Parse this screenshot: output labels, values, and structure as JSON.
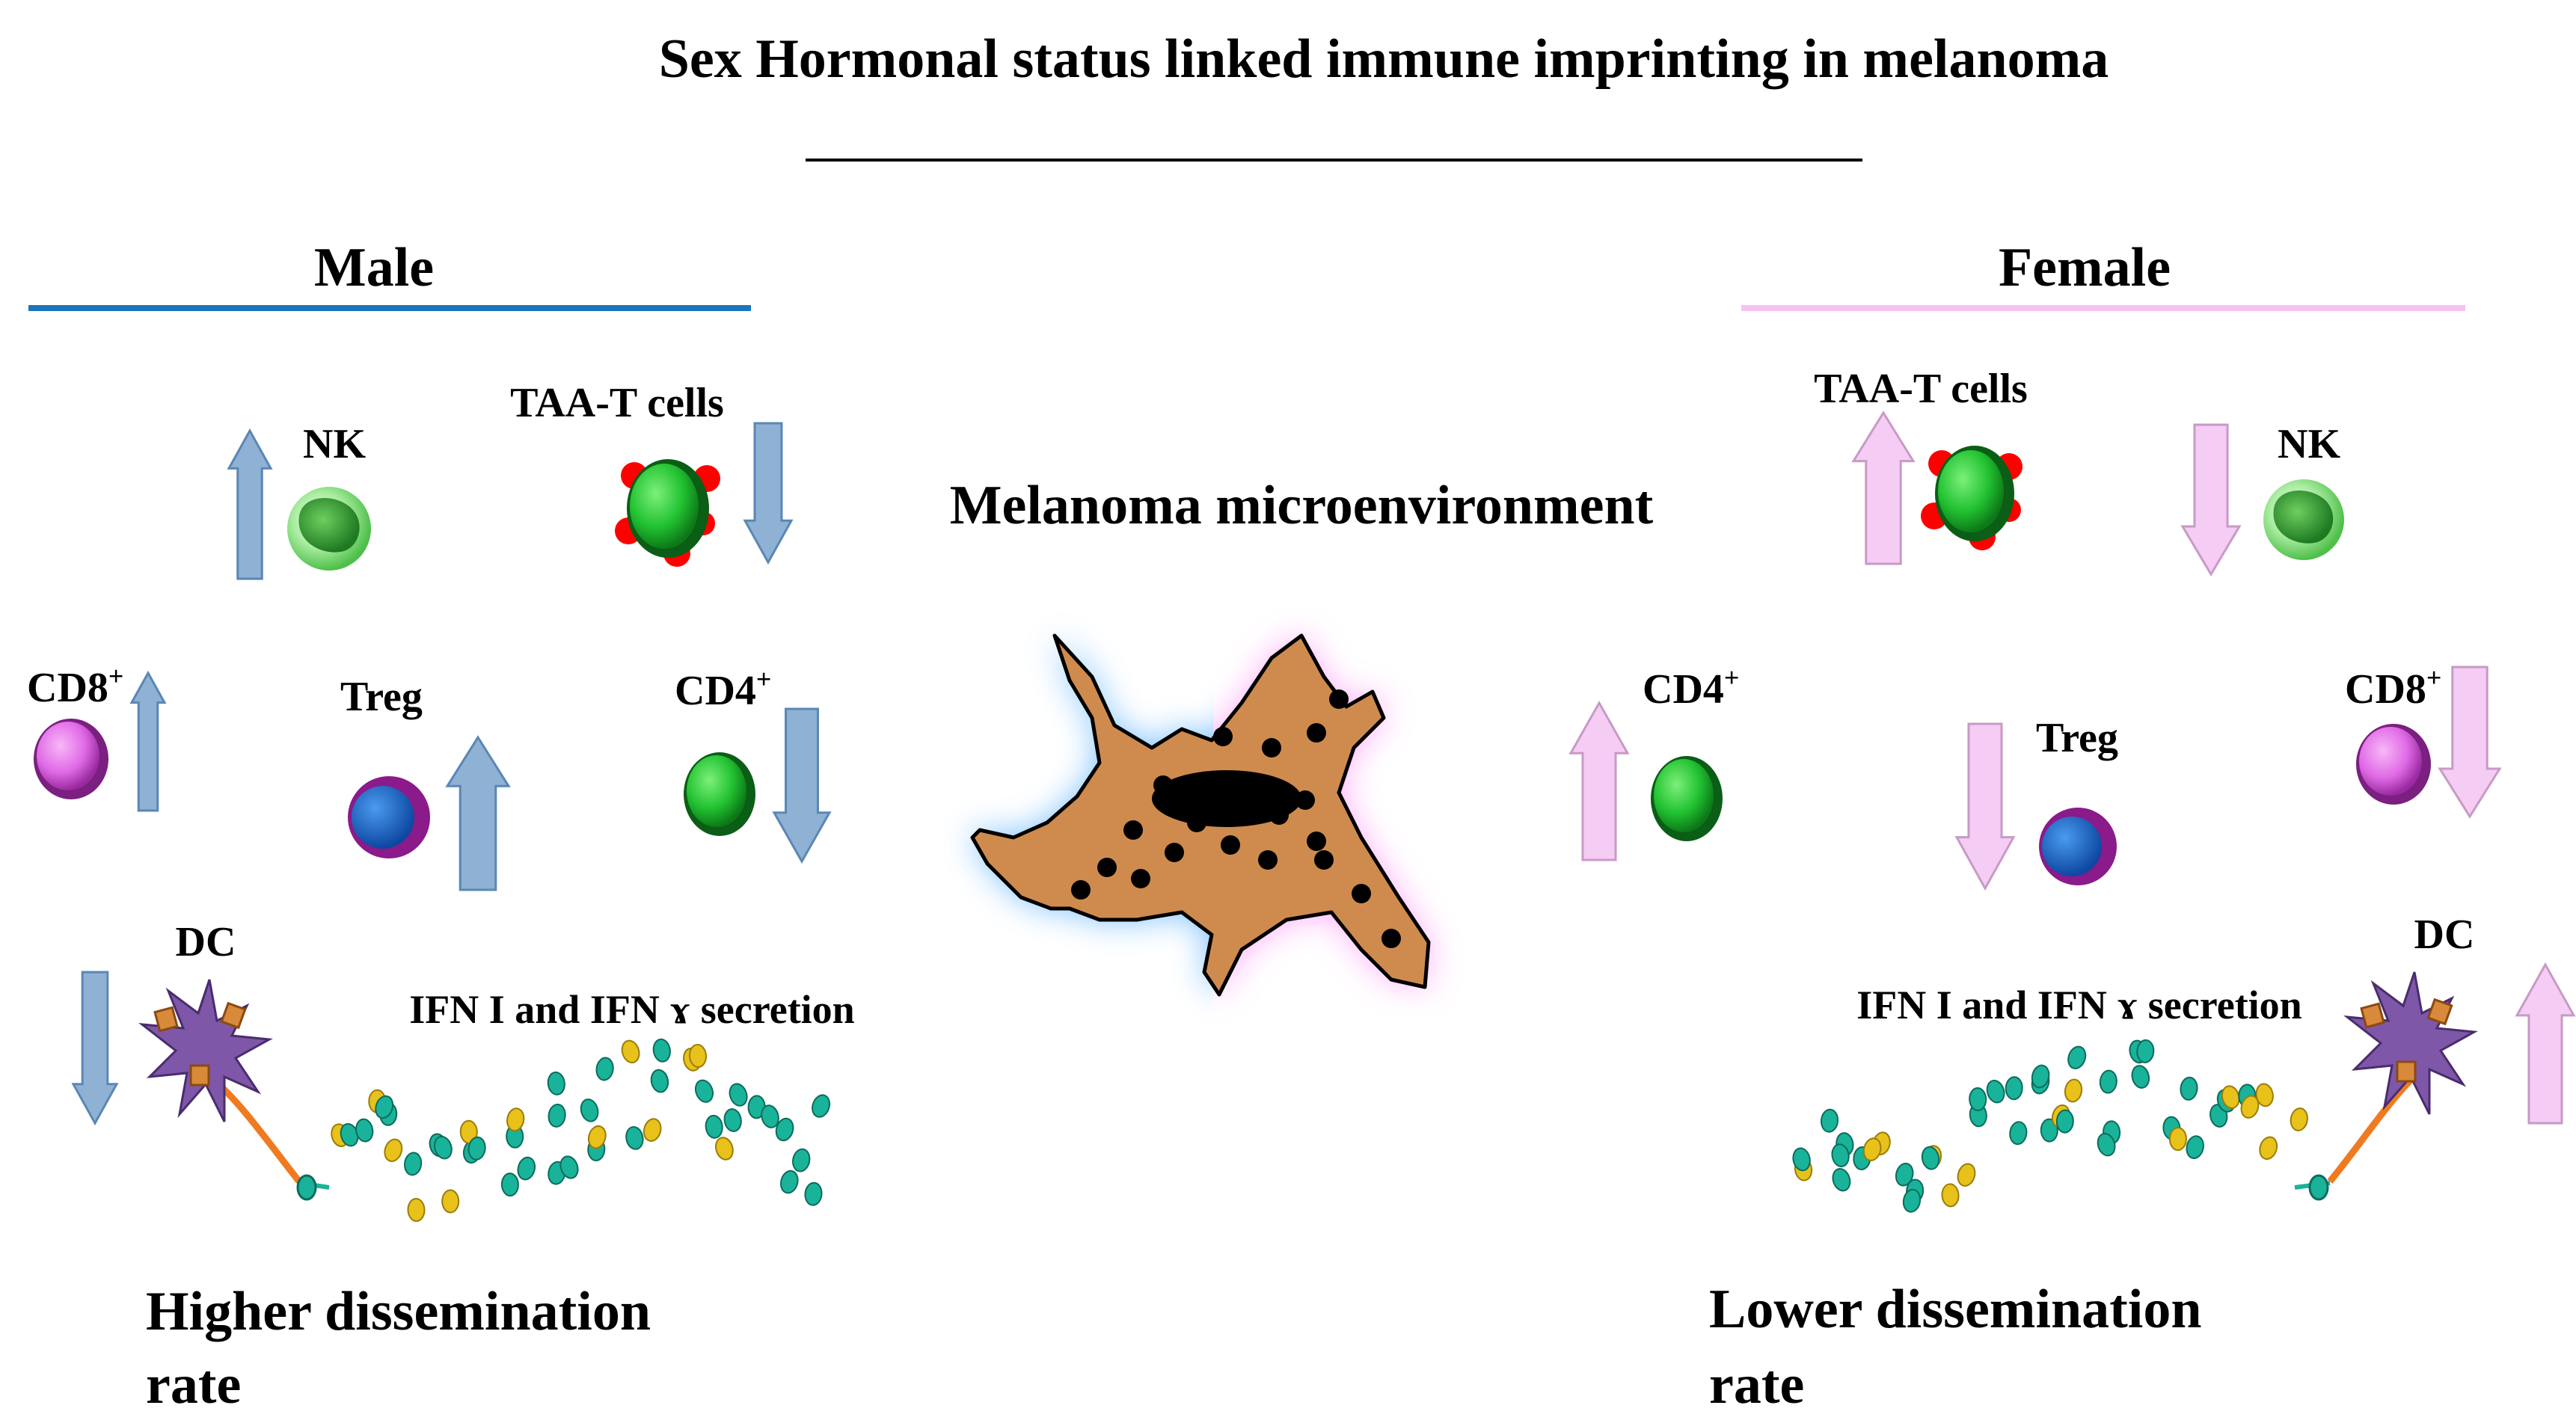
{
  "title": "Sex Hormonal status linked immune imprinting in melanoma",
  "center_label": "Melanoma microenvironment",
  "colors": {
    "male_accent": "#1b75bc",
    "male_arrow": "#8fb1d3",
    "female_accent": "#f5c2f2",
    "female_arrow": "#f5ccf3",
    "tumor_fill": "#cf8b4e",
    "nk_cell": "#8fe28a",
    "t_cell": "#2ecc40",
    "cd8_cell": "#e671ea",
    "treg_outer": "#8b1a8b",
    "treg_inner": "#1565c0",
    "dc_cell": "#7e57a8",
    "ifn_teal": "#19b39a",
    "ifn_yellow": "#e8c21a"
  },
  "male": {
    "heading": "Male",
    "labels": {
      "nk": "NK",
      "taa": "TAA-T cells",
      "cd8": "CD8",
      "cd8_sup": "+",
      "treg": "Treg",
      "cd4": "CD4",
      "cd4_sup": "+",
      "dc": "DC",
      "ifn": "IFN I and IFN ɤ secretion"
    },
    "trends": {
      "nk": "up",
      "taa": "down",
      "cd8": "up",
      "treg": "up",
      "cd4": "down",
      "dc": "down"
    },
    "outcome_line1": "Higher dissemination",
    "outcome_line2": "rate"
  },
  "female": {
    "heading": "Female",
    "labels": {
      "nk": "NK",
      "taa": "TAA-T cells",
      "cd8": "CD8",
      "cd8_sup": "+",
      "treg": "Treg",
      "cd4": "CD4",
      "cd4_sup": "+",
      "dc": "DC",
      "ifn": "IFN I and IFN ɤ secretion"
    },
    "trends": {
      "nk": "down",
      "taa": "up",
      "cd8": "down",
      "treg": "down",
      "cd4": "up",
      "dc": "up"
    },
    "outcome_line1": "Lower dissemination",
    "outcome_line2": "rate"
  }
}
